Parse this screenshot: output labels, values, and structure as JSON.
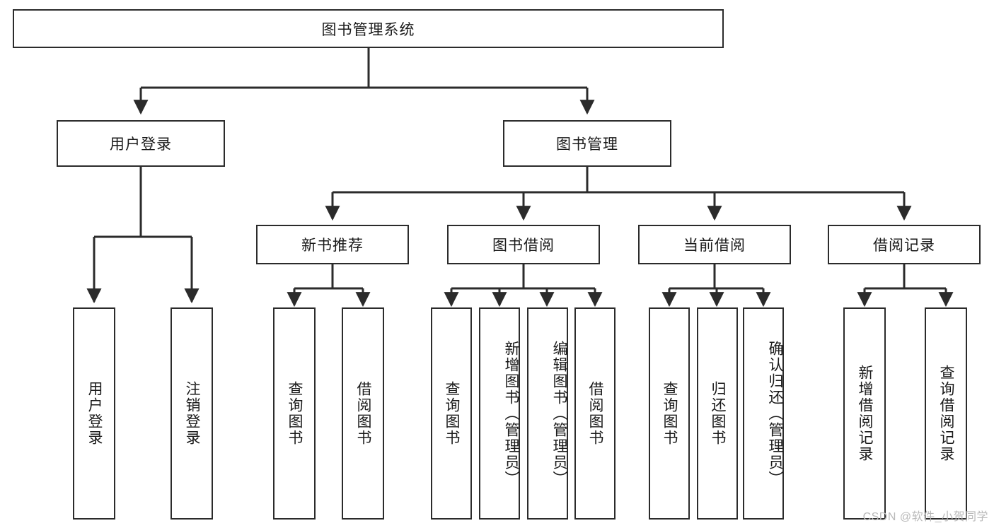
{
  "diagram": {
    "title": "图书管理系统",
    "type": "tree",
    "watermark": "CSDN @软件_小贺同学",
    "colors": {
      "box_border": "#2b2b2b",
      "box_fill": "#ffffff",
      "line": "#2b2b2b",
      "text": "#1a1a1a",
      "watermark": "#b9b9b9"
    },
    "nodes": {
      "root": {
        "label": "图书管理系统",
        "level": 1,
        "orientation": "horizontal"
      },
      "l2": [
        {
          "id": "user-login",
          "label": "用户登录",
          "level": 2,
          "orientation": "horizontal"
        },
        {
          "id": "book-manage",
          "label": "图书管理",
          "level": 2,
          "orientation": "horizontal"
        }
      ],
      "l3": [
        {
          "id": "new-book-recommend",
          "label": "新书推荐",
          "level": 3,
          "orientation": "horizontal"
        },
        {
          "id": "book-borrow",
          "label": "图书借阅",
          "level": 3,
          "orientation": "horizontal"
        },
        {
          "id": "current-borrow",
          "label": "当前借阅",
          "level": 3,
          "orientation": "horizontal"
        },
        {
          "id": "borrow-record",
          "label": "借阅记录",
          "level": 3,
          "orientation": "horizontal"
        }
      ],
      "leaves": [
        {
          "id": "leaf-user-login",
          "label": "用户登录",
          "parent": "user-login",
          "orientation": "vertical",
          "align": "mid"
        },
        {
          "id": "leaf-logout",
          "label": "注销登录",
          "parent": "user-login",
          "orientation": "vertical",
          "align": "mid"
        },
        {
          "id": "leaf-query-book-1",
          "label": "查询图书",
          "parent": "new-book-recommend",
          "orientation": "vertical",
          "align": "mid"
        },
        {
          "id": "leaf-borrow-book-1",
          "label": "借阅图书",
          "parent": "new-book-recommend",
          "orientation": "vertical",
          "align": "mid"
        },
        {
          "id": "leaf-query-book-2",
          "label": "查询图书",
          "parent": "book-borrow",
          "orientation": "vertical",
          "align": "mid"
        },
        {
          "id": "leaf-add-book",
          "label": "新增图书（管理员）",
          "parent": "book-borrow",
          "orientation": "vertical",
          "align": "top"
        },
        {
          "id": "leaf-edit-book",
          "label": "编辑图书（管理员）",
          "parent": "book-borrow",
          "orientation": "vertical",
          "align": "top"
        },
        {
          "id": "leaf-borrow-book-2",
          "label": "借阅图书",
          "parent": "book-borrow",
          "orientation": "vertical",
          "align": "mid"
        },
        {
          "id": "leaf-query-book-3",
          "label": "查询图书",
          "parent": "current-borrow",
          "orientation": "vertical",
          "align": "mid"
        },
        {
          "id": "leaf-return-book",
          "label": "归还图书",
          "parent": "current-borrow",
          "orientation": "vertical",
          "align": "mid"
        },
        {
          "id": "leaf-confirm-return",
          "label": "确认归还（管理员）",
          "parent": "current-borrow",
          "orientation": "vertical",
          "align": "top"
        },
        {
          "id": "leaf-add-record",
          "label": "新增借阅记录",
          "parent": "borrow-record",
          "orientation": "vertical",
          "align": "mid"
        },
        {
          "id": "leaf-query-record",
          "label": "查询借阅记录",
          "parent": "borrow-record",
          "orientation": "vertical",
          "align": "mid"
        }
      ]
    }
  }
}
